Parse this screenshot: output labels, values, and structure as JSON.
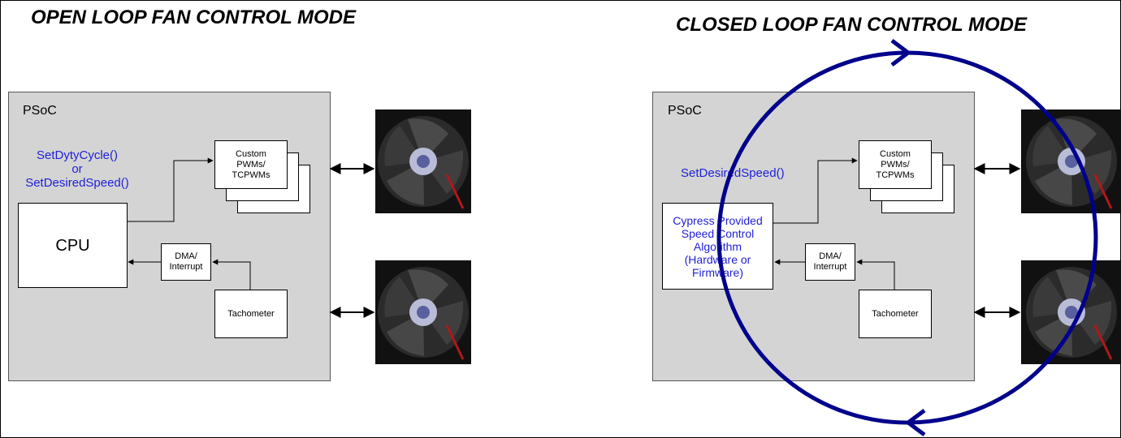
{
  "open_loop": {
    "title": "OPEN LOOP FAN CONTROL MODE",
    "psoc_label": "PSoC",
    "api_text": "SetDytyCycle()\nor\nSetDesiredSpeed()",
    "cpu_label": "CPU",
    "pwm_label": "Custom\nPWMs/\nTCPWMs",
    "dma_label": "DMA/\nInterrupt",
    "tach_label": "Tachometer"
  },
  "closed_loop": {
    "title": "CLOSED LOOP FAN CONTROL MODE",
    "psoc_label": "PSoC",
    "api_text": "SetDesiredSpeed()",
    "algo_label": "Cypress Provided\nSpeed Control\nAlgorithm\n(Hardware or\nFirmware)",
    "pwm_label": "Custom\nPWMs/\nTCPWMs",
    "dma_label": "DMA/\nInterrupt",
    "tach_label": "Tachometer"
  },
  "colors": {
    "psoc_fill": "#d4d4d4",
    "api_text": "#1f1fd6",
    "loop_arrow": "#00008b",
    "fan_body": "#1a1a1a"
  }
}
